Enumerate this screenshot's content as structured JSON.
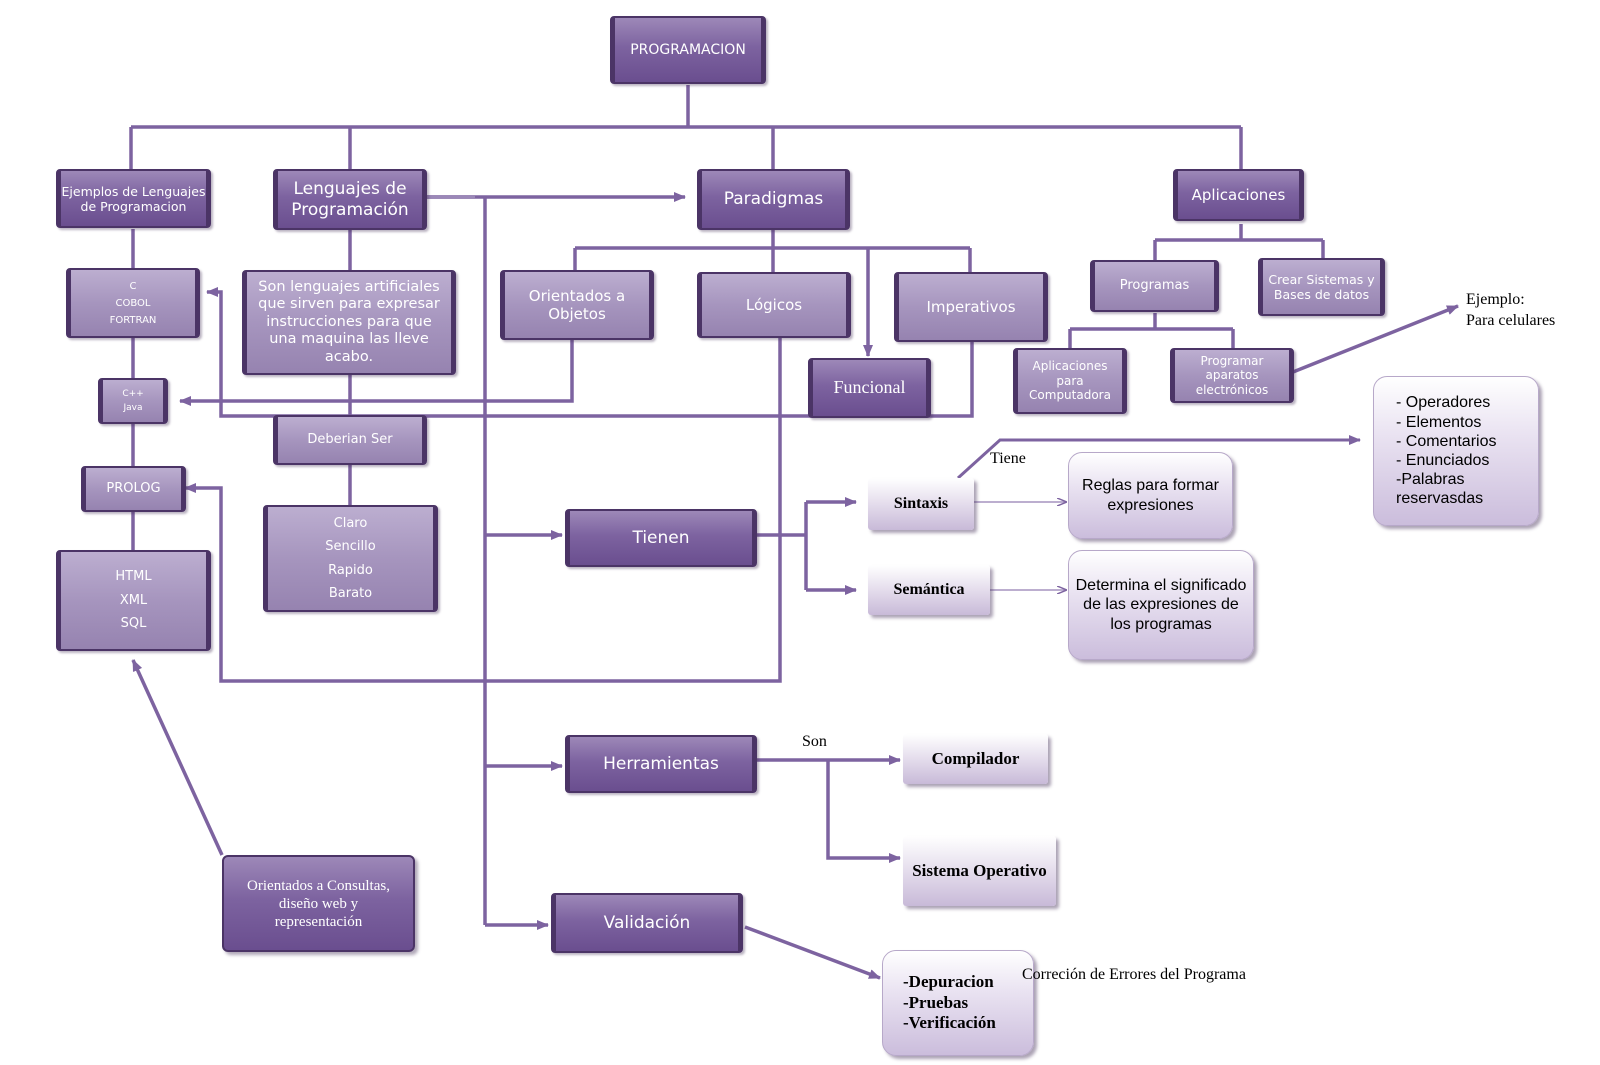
{
  "colors": {
    "line": "#7d63a0",
    "dark": "#6a4e8f",
    "border": "#4b3466"
  },
  "root": "PROGRAMACION",
  "level1": {
    "ejemplos": "Ejemplos de Lenguajes de Programacion",
    "lenguajes": "Lenguajes de Programación",
    "paradigmas": "Paradigmas",
    "aplicaciones": "Aplicaciones"
  },
  "ejemplos": {
    "group1": [
      "C",
      "COBOL",
      "FORTRAN"
    ],
    "group2": [
      "C++",
      "Java"
    ],
    "group3": "PROLOG",
    "group4": [
      "HTML",
      "XML",
      "SQL"
    ],
    "consultas": "Orientados a Consultas, diseño web y representación"
  },
  "lenguajes": {
    "definition": "Son lenguajes artificiales que sirven para expresar instrucciones para que una maquina las lleve acabo.",
    "deberian": "Deberian Ser",
    "cualidades": [
      "Claro",
      "Sencillo",
      "Rapido",
      "Barato"
    ]
  },
  "paradigmas": {
    "objetos": "Orientados a Objetos",
    "logicos": "Lógicos",
    "imperativos": "Imperativos",
    "funcional": "Funcional"
  },
  "aplicaciones": {
    "programas": "Programas",
    "crear": "Crear Sistemas y Bases de datos",
    "computadora": "Aplicaciones para Computadora",
    "electronicos": "Programar aparatos electrónicos",
    "ejemplo": [
      "Ejemplo:",
      "Para celulares"
    ]
  },
  "tienen": {
    "label": "Tienen",
    "sintaxis": "Sintaxis",
    "tiene": "Tiene",
    "reglas": "Reglas para formar expresiones",
    "lista": [
      "- Operadores",
      "- Elementos",
      "- Comentarios",
      "- Enunciados",
      "-Palabras reservasdas"
    ],
    "semantica": "Semántica",
    "determina": "Determina el significado de las expresiones de los programas"
  },
  "herramientas": {
    "label": "Herramientas",
    "son": "Son",
    "compilador": "Compilador",
    "sistema": "Sistema Operativo"
  },
  "validacion": {
    "label": "Validación",
    "items": [
      "-Depuracion",
      "-Pruebas",
      "-Verificación"
    ],
    "nota": "Correción de Errores del Programa"
  }
}
